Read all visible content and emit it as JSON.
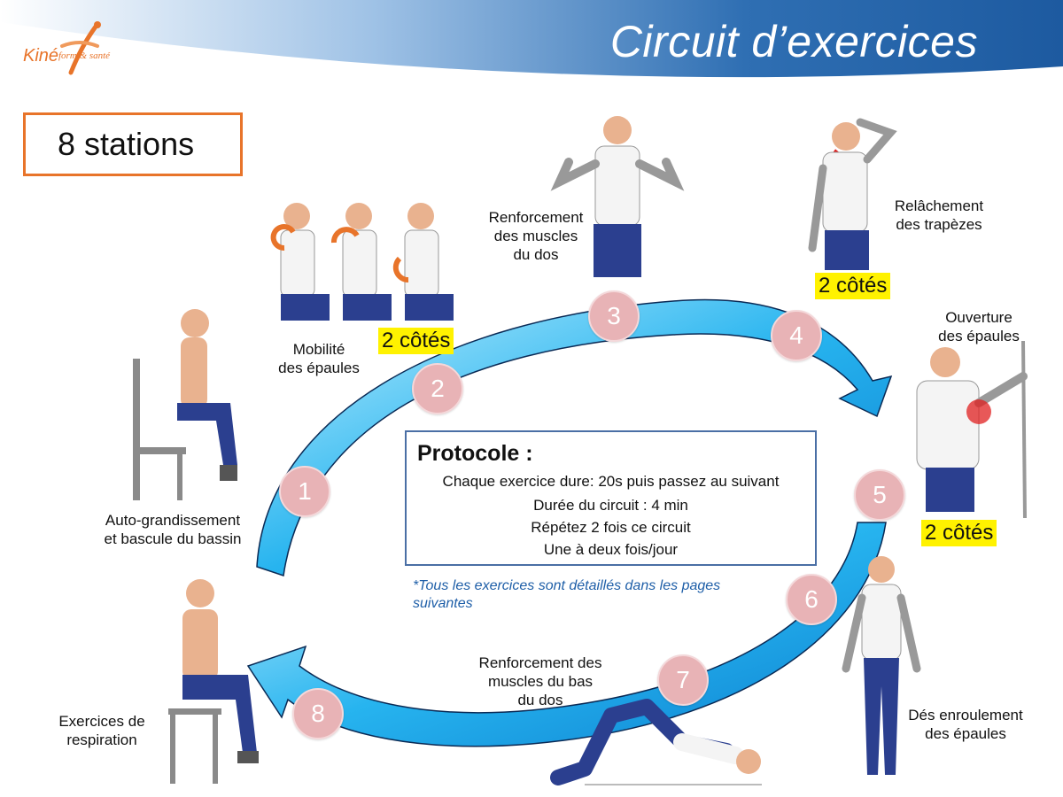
{
  "header": {
    "title": "Circuit d’exercices",
    "band_color": "#2f6fb3"
  },
  "logo": {
    "word": "Kiné",
    "tagline": "form & santé"
  },
  "stations_label": "8 stations",
  "protocol": {
    "title": "Protocole :",
    "lines": [
      "Chaque exercice dure: 20s puis passez au suivant",
      "Durée du circuit : 4 min",
      "Répétez 2 fois ce circuit",
      "Une à deux fois/jour"
    ]
  },
  "note": "*Tous les exercices sont détaillés dans les pages suivantes",
  "stations": [
    {
      "number": "1",
      "label": [
        "Auto-grandissement",
        "et bascule du bassin"
      ]
    },
    {
      "number": "2",
      "label": [
        "Mobilité",
        "des épaules"
      ],
      "badge": "2 côtés"
    },
    {
      "number": "3",
      "label": [
        "Renforcement",
        "des muscles",
        "du dos"
      ]
    },
    {
      "number": "4",
      "label": [
        "Relâchement",
        "des trapèzes"
      ],
      "badge": "2 côtés"
    },
    {
      "number": "5",
      "label": [
        "Ouverture",
        "des épaules"
      ],
      "badge": "2 côtés"
    },
    {
      "number": "6",
      "label": [
        "Dés enroulement",
        "des épaules"
      ]
    },
    {
      "number": "7",
      "label": [
        "Renforcement des",
        "muscles du bas",
        "du dos"
      ]
    },
    {
      "number": "8",
      "label": [
        "Exercices de",
        "respiration"
      ]
    }
  ],
  "colors": {
    "accent_orange": "#e8742a",
    "circle_pink": "#e8b3b6",
    "arrow_blue": "#27b4ef",
    "badge_yellow": "#fff200",
    "protocol_border": "#4a6fa5"
  }
}
